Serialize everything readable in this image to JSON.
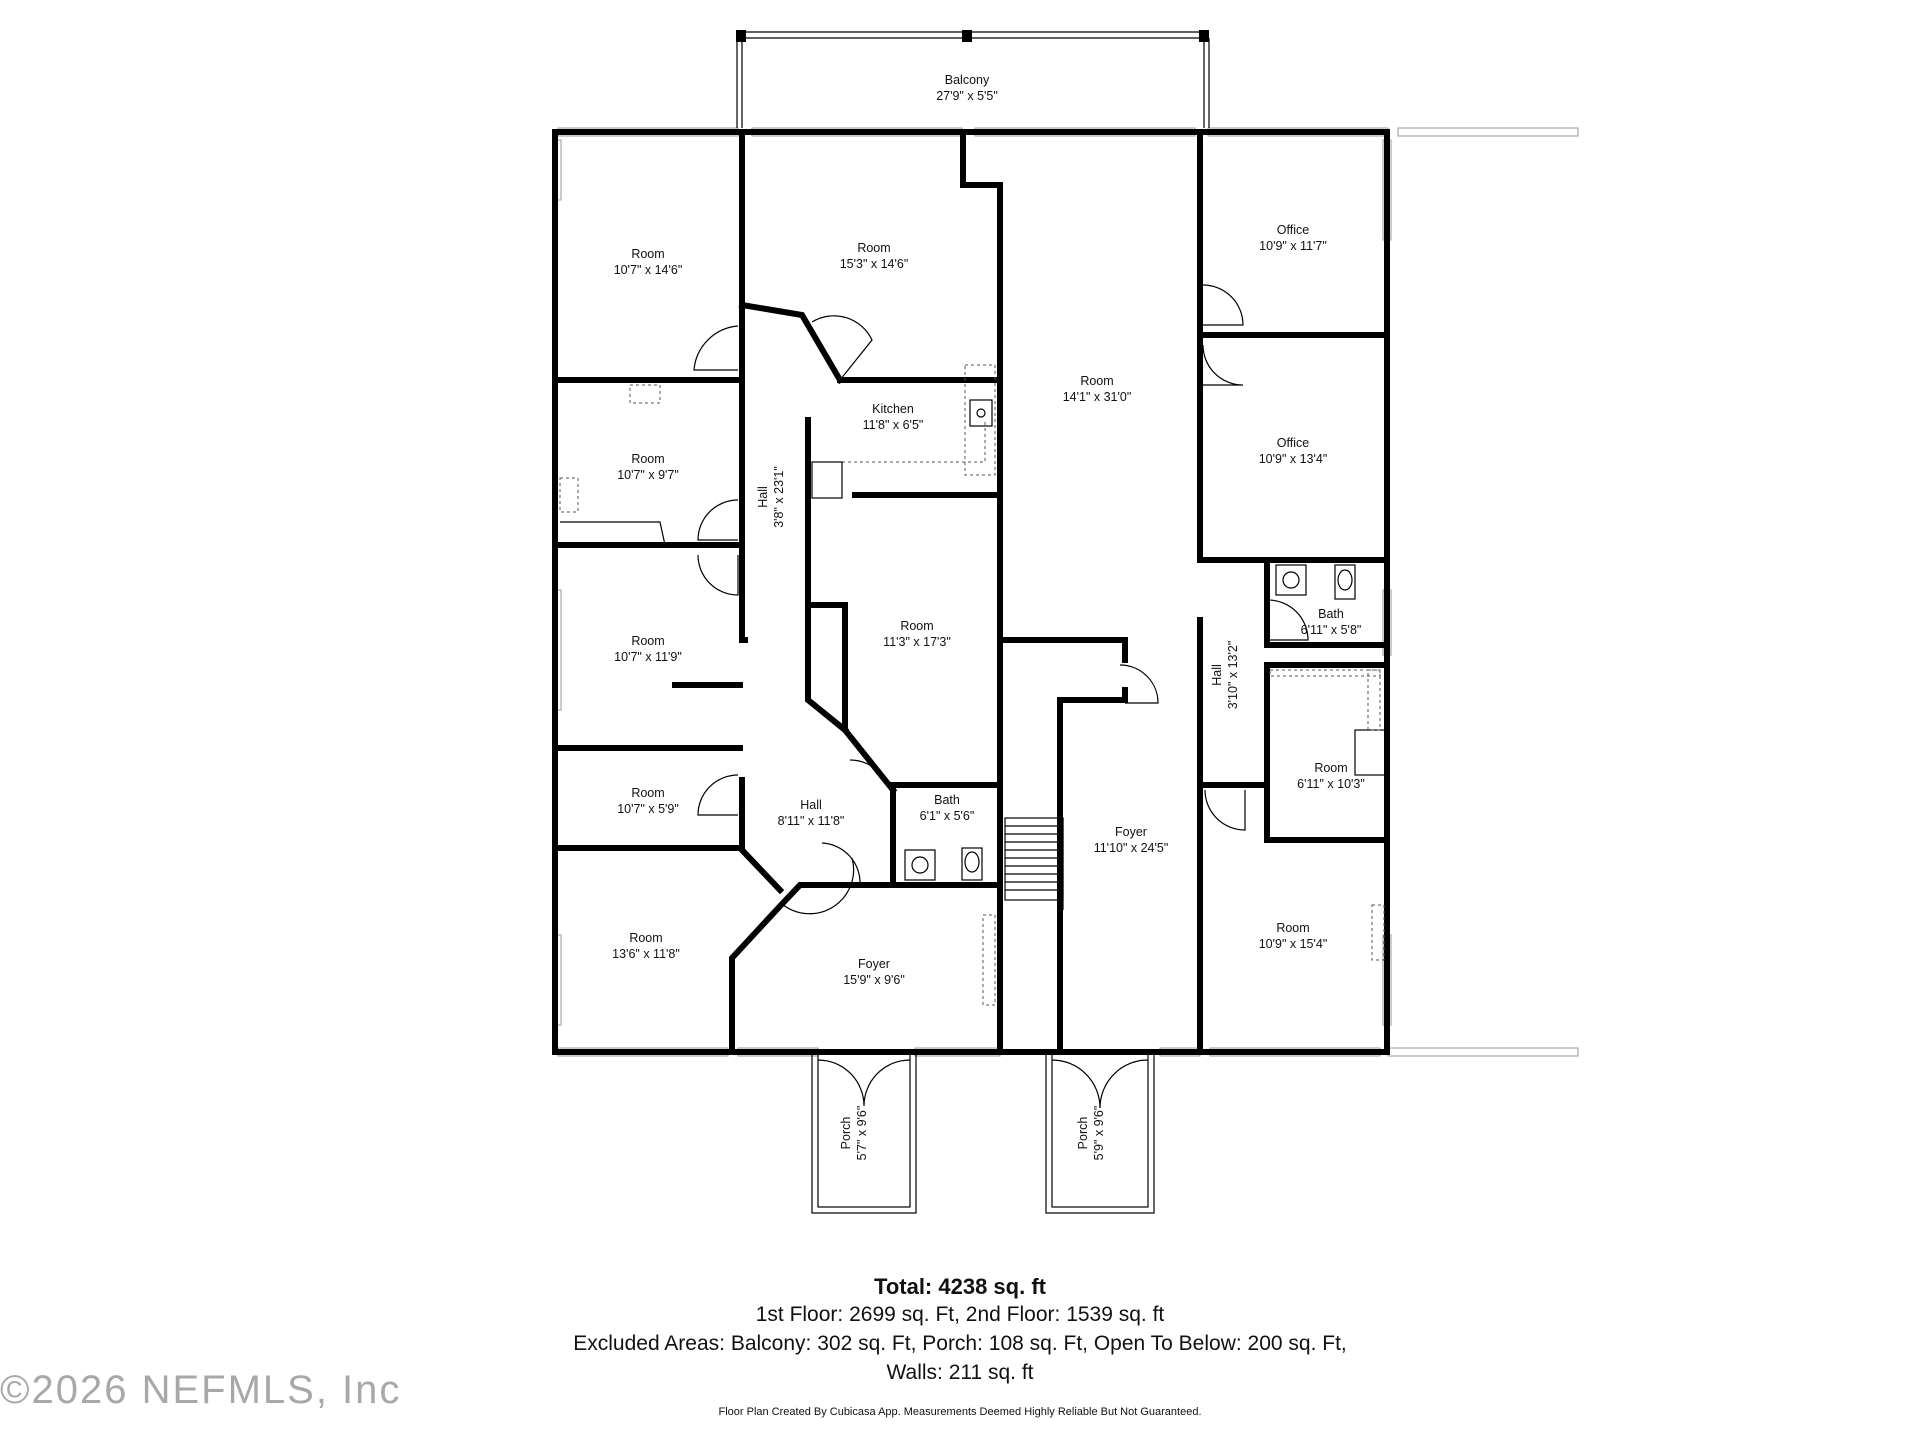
{
  "plan": {
    "rooms": [
      {
        "id": "balcony",
        "name": "Balcony",
        "dims": "27'9\" x 5'5\""
      },
      {
        "id": "room-nw",
        "name": "Room",
        "dims": "10'7\" x 14'6\""
      },
      {
        "id": "room-n",
        "name": "Room",
        "dims": "15'3\" x 14'6\""
      },
      {
        "id": "office-1",
        "name": "Office",
        "dims": "10'9\" x 11'7\""
      },
      {
        "id": "room-large",
        "name": "Room",
        "dims": "14'1\" x 31'0\""
      },
      {
        "id": "kitchen",
        "name": "Kitchen",
        "dims": "11'8\" x 6'5\""
      },
      {
        "id": "room-w2",
        "name": "Room",
        "dims": "10'7\" x 9'7\""
      },
      {
        "id": "office-2",
        "name": "Office",
        "dims": "10'9\" x 13'4\""
      },
      {
        "id": "hall-1",
        "name": "Hall",
        "dims": "3'8\" x 23'1\""
      },
      {
        "id": "room-w3",
        "name": "Room",
        "dims": "10'7\" x 11'9\""
      },
      {
        "id": "room-mid",
        "name": "Room",
        "dims": "11'3\" x 17'3\""
      },
      {
        "id": "bath-1",
        "name": "Bath",
        "dims": "6'11\" x 5'8\""
      },
      {
        "id": "hall-2",
        "name": "Hall",
        "dims": "3'10\" x 13'2\""
      },
      {
        "id": "room-e",
        "name": "Room",
        "dims": "6'11\" x 10'3\""
      },
      {
        "id": "room-w4",
        "name": "Room",
        "dims": "10'7\" x 5'9\""
      },
      {
        "id": "hall-3",
        "name": "Hall",
        "dims": "8'11\" x 11'8\""
      },
      {
        "id": "bath-2",
        "name": "Bath",
        "dims": "6'1\" x 5'6\""
      },
      {
        "id": "foyer-1",
        "name": "Foyer",
        "dims": "11'10\" x 24'5\""
      },
      {
        "id": "room-se",
        "name": "Room",
        "dims": "10'9\" x 15'4\""
      },
      {
        "id": "room-sw",
        "name": "Room",
        "dims": "13'6\" x 11'8\""
      },
      {
        "id": "foyer-2",
        "name": "Foyer",
        "dims": "15'9\" x 9'6\""
      },
      {
        "id": "porch-1",
        "name": "Porch",
        "dims": "5'7\" x 9'6\""
      },
      {
        "id": "porch-2",
        "name": "Porch",
        "dims": "5'9\" x 9'6\""
      }
    ]
  },
  "summary": {
    "total": "Total: 4238 sq. ft",
    "line1": "1st Floor: 2699 sq. Ft, 2nd Floor: 1539 sq. ft",
    "line2": "Excluded Areas: Balcony: 302 sq. Ft, Porch: 108 sq. Ft, Open To Below: 200 sq. Ft,",
    "line3": "Walls: 211 sq. ft",
    "disclaimer": "Floor Plan Created By Cubicasa App. Measurements Deemed Highly Reliable But Not Guaranteed."
  },
  "watermark": "©2026 NEFMLS, Inc"
}
